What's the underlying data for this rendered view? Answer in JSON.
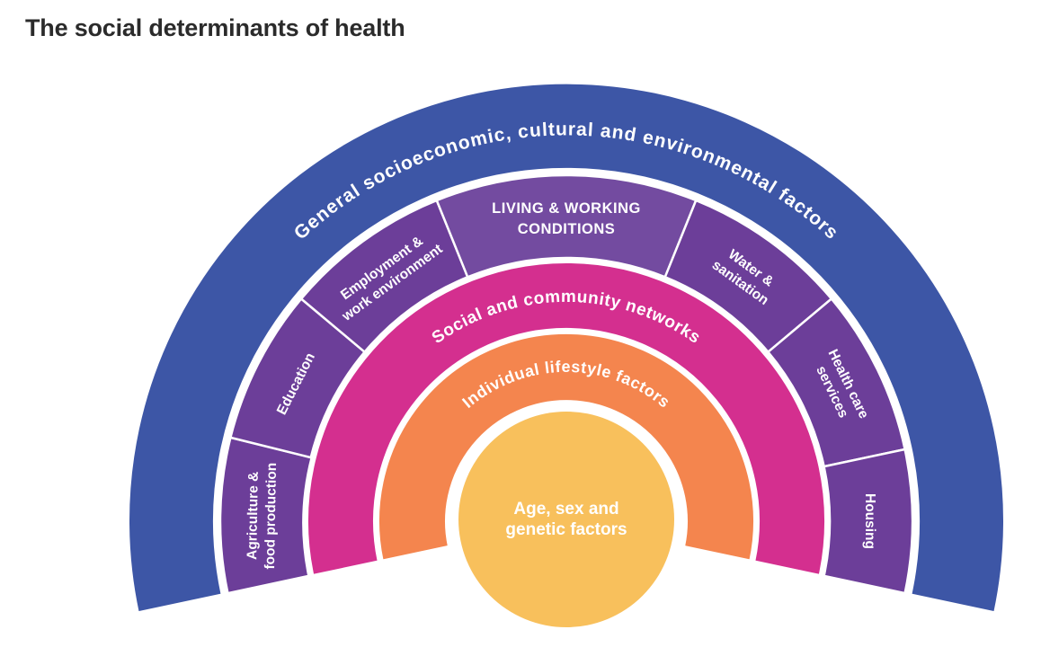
{
  "title": "The social determinants of health",
  "colors": {
    "outer_blue": "#3d56a6",
    "purple": "#6c3e99",
    "purple_header": "#734ba0",
    "pink": "#d42f8f",
    "orange": "#f4854e",
    "yellow": "#f8c05c",
    "title_text": "#2b2b2b",
    "label_text": "#ffffff"
  },
  "rings": {
    "outer": {
      "label": "General socioeconomic, cultural and environmental factors"
    },
    "living_working": {
      "header_lines": [
        "LIVING & WORKING",
        "CONDITIONS"
      ],
      "segments": [
        {
          "lines": [
            "Agriculture &",
            "food production"
          ]
        },
        {
          "lines": [
            "Education"
          ]
        },
        {
          "lines": [
            "Employment &",
            "work environment"
          ]
        },
        {
          "lines": [
            "Water &",
            "sanitation"
          ]
        },
        {
          "lines": [
            "Health care",
            "services"
          ]
        },
        {
          "lines": [
            "Housing"
          ]
        }
      ]
    },
    "social": {
      "label": "Social and community networks"
    },
    "lifestyle": {
      "label": "Individual lifestyle factors"
    },
    "center": {
      "lines": [
        "Age, sex and",
        "genetic factors"
      ]
    }
  }
}
